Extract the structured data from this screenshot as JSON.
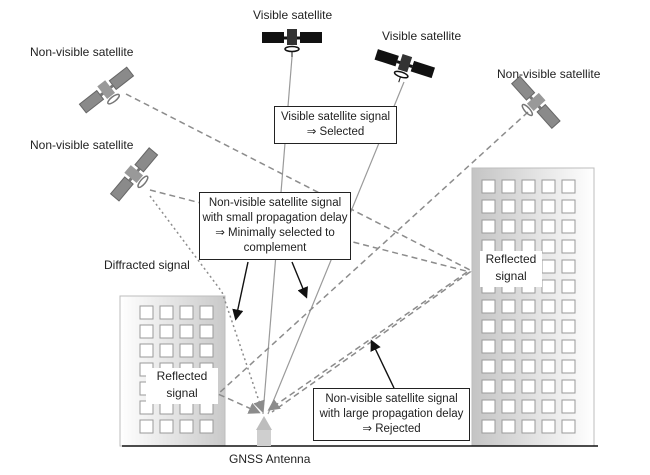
{
  "satellites": {
    "visible_1": "Visible satellite",
    "visible_2": "Visible satellite",
    "non_visible_left_top": "Non-visible satellite",
    "non_visible_left_mid": "Non-visible satellite",
    "non_visible_right": "Non-visible satellite"
  },
  "callouts": {
    "visible_signal": {
      "line1": "Visible satellite signal",
      "line2": "⇒ Selected"
    },
    "small_delay": {
      "line1": "Non-visible satellite signal",
      "line2": "with small propagation delay",
      "line3": "⇒ Minimally selected to",
      "line4": "complement"
    },
    "large_delay": {
      "line1": "Non-visible satellite signal",
      "line2": "with large propagation delay",
      "line3": "⇒ Rejected"
    }
  },
  "labels": {
    "diffracted": "Diffracted signal",
    "reflected_right": {
      "line1": "Reflected",
      "line2": "signal"
    },
    "reflected_left": {
      "line1": "Reflected",
      "line2": "signal"
    },
    "antenna": "GNSS Antenna"
  },
  "colors": {
    "line": "#8c8c8c",
    "building": "#cfcfcf",
    "satellite_dark": "#111111",
    "satellite_grey": "#888888"
  }
}
